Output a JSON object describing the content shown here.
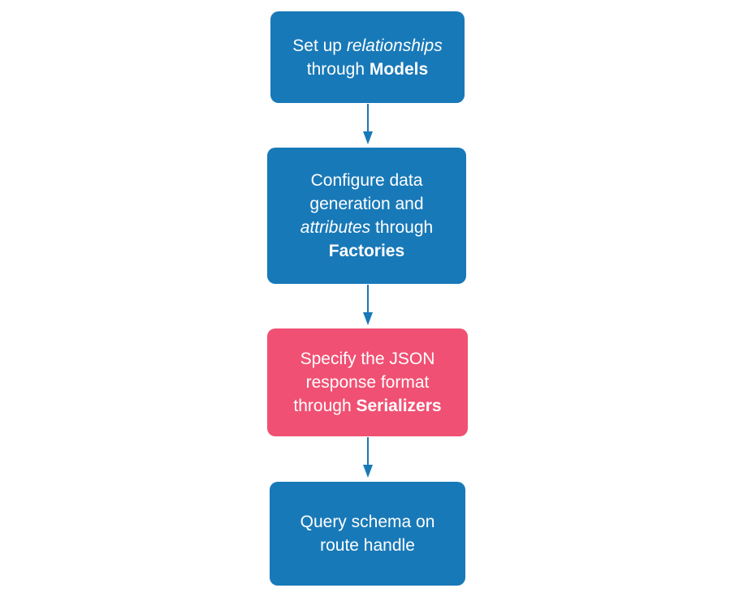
{
  "diagram": {
    "background_color": "#ffffff",
    "arrow_color": "#1879b8",
    "text_color": "#ffffff",
    "node_blue": "#1879b8",
    "node_pink": "#f05073",
    "nodes": [
      {
        "id": "models",
        "fill": "#1879b8",
        "lines": [
          {
            "parts": [
              {
                "t": "Set up ",
                "s": "normal"
              },
              {
                "t": "relationships",
                "s": "italic"
              }
            ]
          },
          {
            "parts": [
              {
                "t": "through ",
                "s": "normal"
              },
              {
                "t": "Models",
                "s": "bold"
              }
            ]
          }
        ]
      },
      {
        "id": "factories",
        "fill": "#1879b8",
        "lines": [
          {
            "parts": [
              {
                "t": "Configure data",
                "s": "normal"
              }
            ]
          },
          {
            "parts": [
              {
                "t": "generation and",
                "s": "normal"
              }
            ]
          },
          {
            "parts": [
              {
                "t": "attributes",
                "s": "italic"
              },
              {
                "t": " through",
                "s": "normal"
              }
            ]
          },
          {
            "parts": [
              {
                "t": "Factories",
                "s": "bold"
              }
            ]
          }
        ]
      },
      {
        "id": "serializers",
        "fill": "#f05073",
        "lines": [
          {
            "parts": [
              {
                "t": "Specify the JSON",
                "s": "normal"
              }
            ]
          },
          {
            "parts": [
              {
                "t": "response format",
                "s": "normal"
              }
            ]
          },
          {
            "parts": [
              {
                "t": "through ",
                "s": "normal"
              },
              {
                "t": "Serializers",
                "s": "bold"
              }
            ]
          }
        ]
      },
      {
        "id": "query-schema",
        "fill": "#1879b8",
        "lines": [
          {
            "parts": [
              {
                "t": "Query schema on",
                "s": "normal"
              }
            ]
          },
          {
            "parts": [
              {
                "t": "route handle",
                "s": "normal"
              }
            ]
          }
        ]
      }
    ]
  }
}
